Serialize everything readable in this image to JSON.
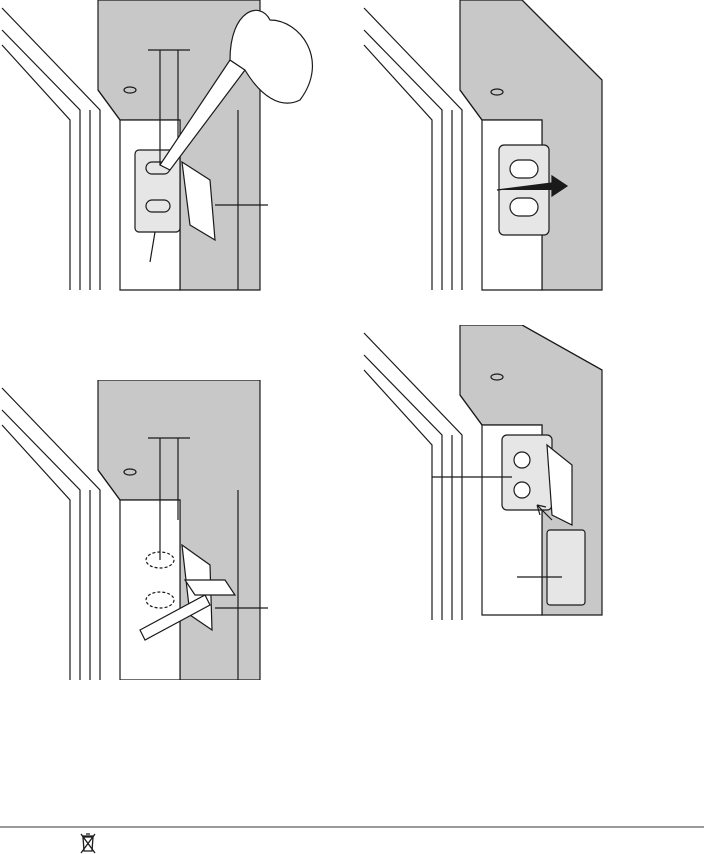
{
  "figures": [
    {
      "id": "fig-mark-position",
      "icon": "pencil-marking-hinge-icon"
    },
    {
      "id": "fig-adjust-catch",
      "icon": "double-arrow-adjust-icon"
    },
    {
      "id": "fig-screw-fix",
      "icon": "hammer-screw-icon"
    },
    {
      "id": "fig-fit-cover",
      "icon": "cover-plate-icon"
    }
  ],
  "footer": {
    "icon": "weee-crossed-bin-icon"
  },
  "colors": {
    "panel": "#c8c8c8",
    "line": "#1a1a1a",
    "divider": "#9a9a9a"
  }
}
